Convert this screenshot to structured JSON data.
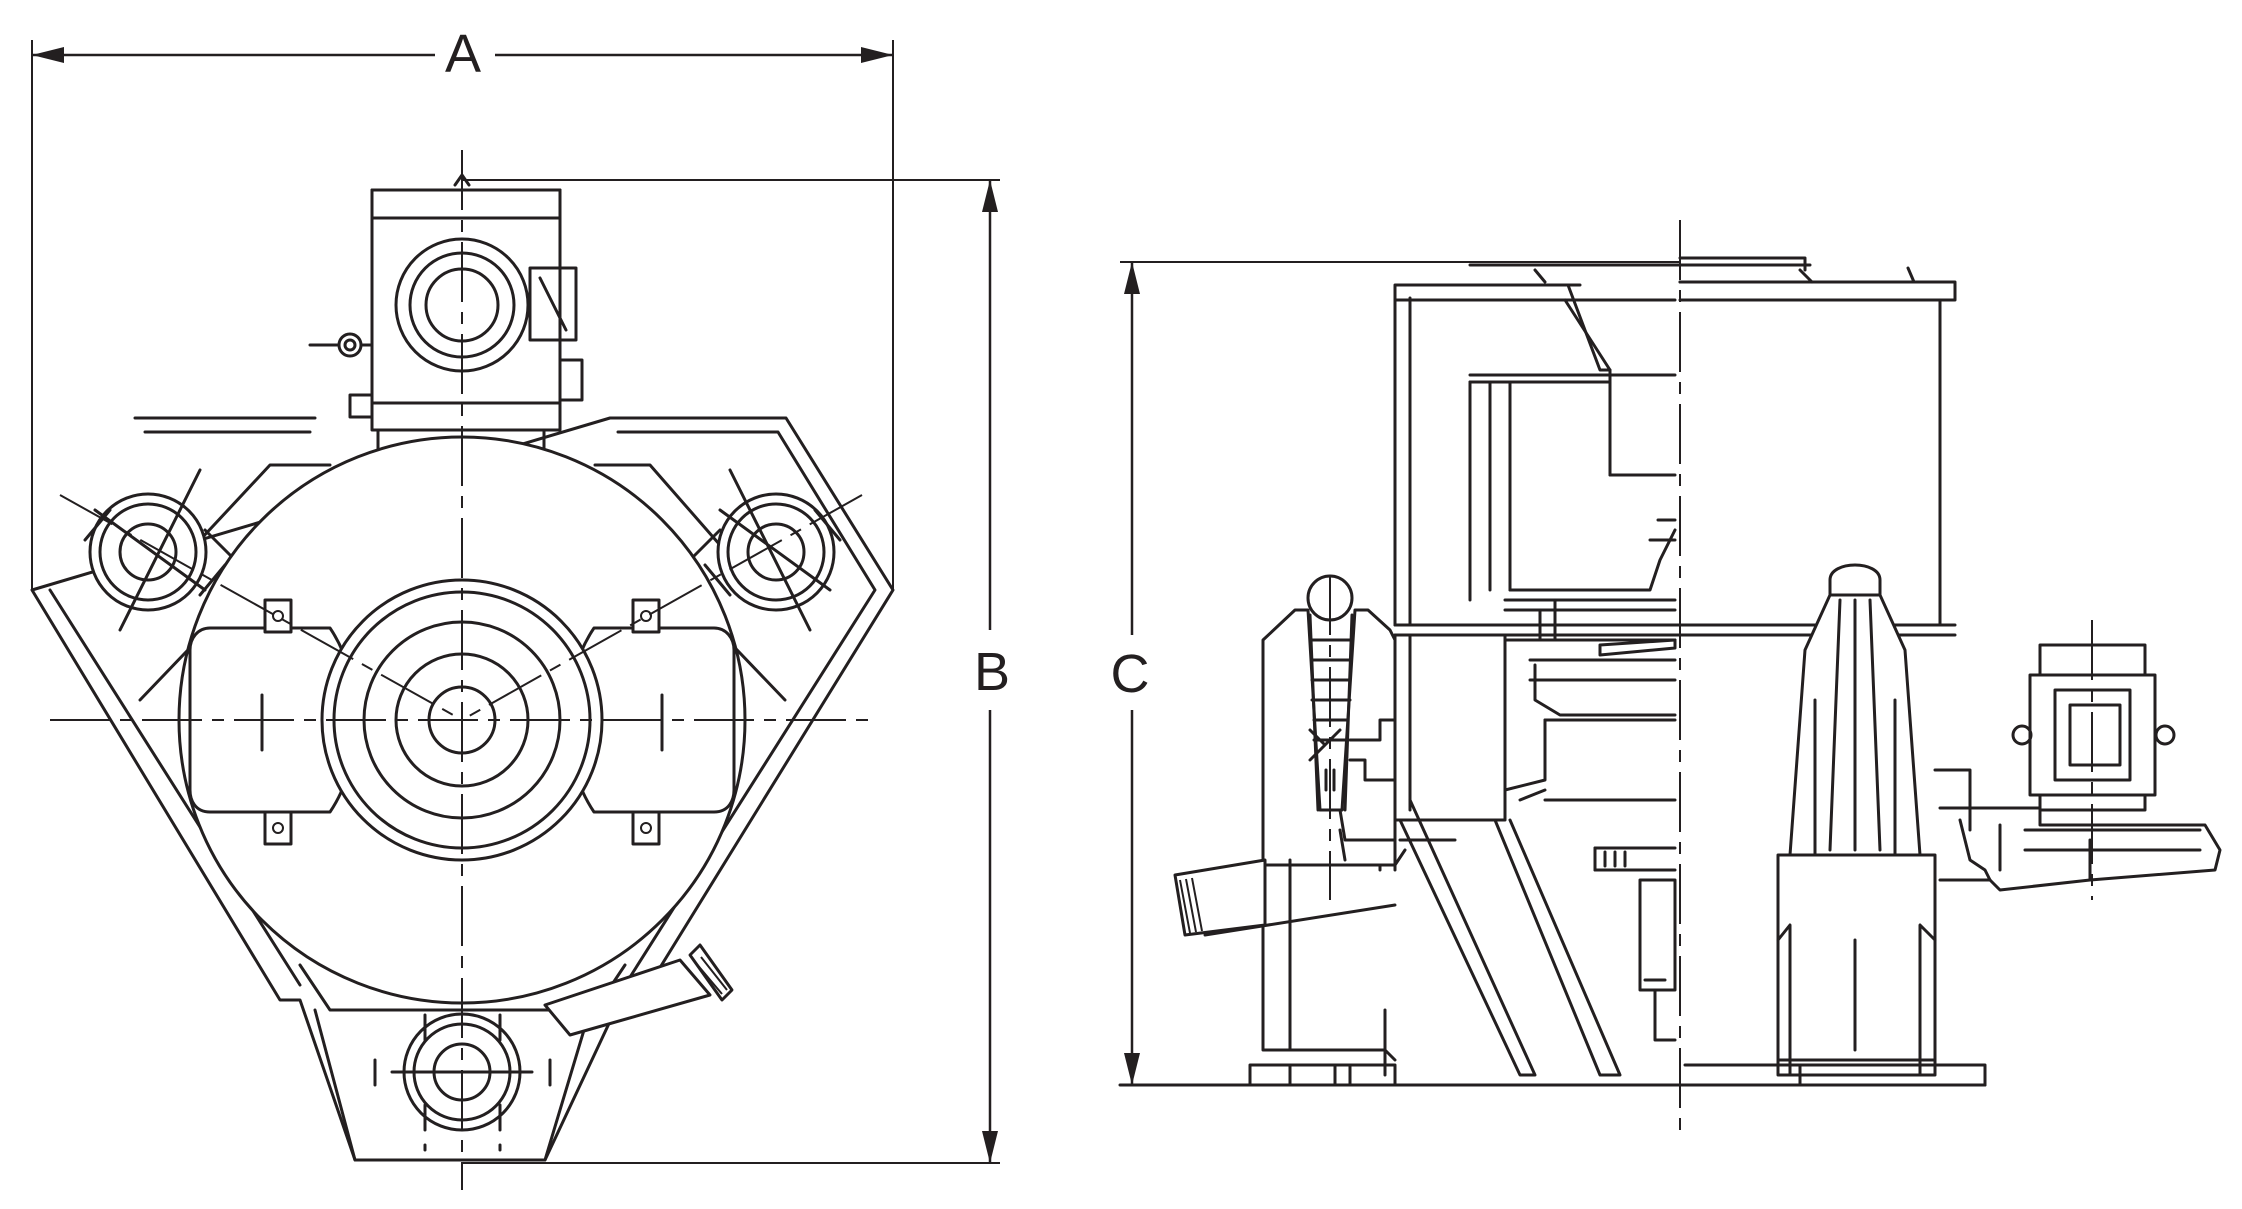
{
  "dimension_labels": {
    "a": "A",
    "b": "B",
    "c": "C"
  },
  "colors": {
    "ink": "#231f20",
    "paper": "#ffffff"
  }
}
